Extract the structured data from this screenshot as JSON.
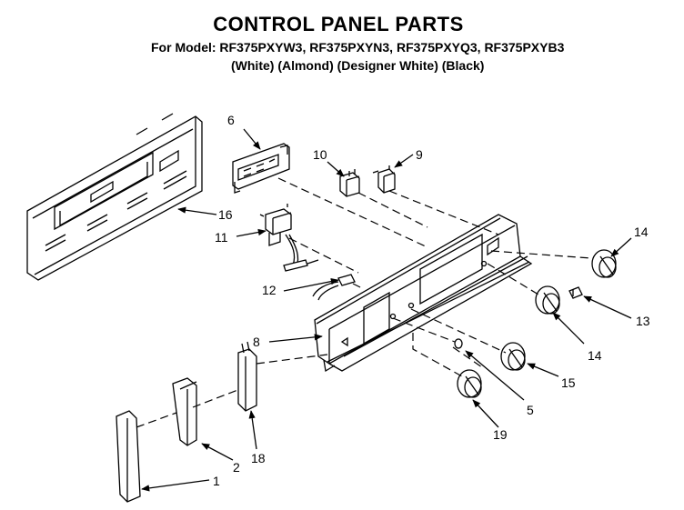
{
  "header": {
    "title": "CONTROL PANEL PARTS",
    "models": "For Model: RF375PXYW3, RF375PXYN3, RF375PXYQ3, RF375PXYB3",
    "colors": "(White) (Almond) (Designer White) (Black)"
  },
  "callouts": [
    "6",
    "10",
    "9",
    "16",
    "11",
    "14",
    "12",
    "13",
    "14",
    "8",
    "15",
    "5",
    "2",
    "18",
    "19",
    "1"
  ]
}
